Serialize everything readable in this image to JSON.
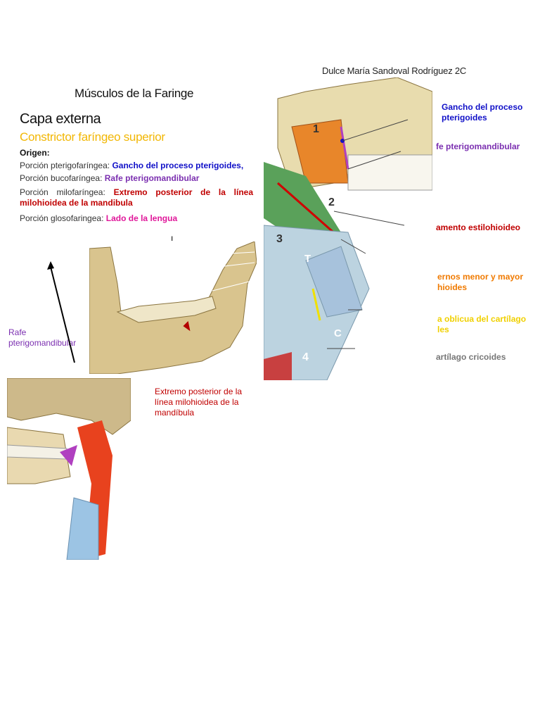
{
  "author": "Dulce María Sandoval Rodríguez 2C",
  "title": "Músculos de la Faringe",
  "section": "Capa externa",
  "muscle": "Constrictor faríngeo superior",
  "origin_label": "Origen:",
  "portions": [
    {
      "name": "Porción pterigofaríngea:",
      "target": "Gancho del proceso pterigoides",
      "suffix": ","
    },
    {
      "name": "Porción bucofaríngea:",
      "target": "Rafe pterigomandibular",
      "suffix": ""
    },
    {
      "name": "Porción milofaríngea:",
      "target": "Extremo posterior de la línea milohioidea de la mandibula",
      "suffix": ""
    },
    {
      "name": "Porción glosofaringea:",
      "target": "Lado de la lengua",
      "suffix": ""
    }
  ],
  "side_labels": {
    "rafe_left_1": "Rafe",
    "rafe_left_2": "pterigomandibular",
    "extremo_1": "Extremo posterior de la",
    "extremo_2": "línea milohioidea de la",
    "extremo_3": "mandíbula",
    "gancho_1": "Gancho del proceso",
    "gancho_2": "pterigoides",
    "rafe_right": "fe pterigomandibular",
    "ligamento": "amento estilohioideo",
    "cuernos_1": "ernos menor y mayor",
    "cuernos_2": "hioides",
    "linea_1": "a oblicua del cartílago",
    "linea_2": "les",
    "cricoides": "artílago cricoides"
  },
  "figure_numbers": {
    "n1": "1",
    "n2": "2",
    "n3": "3",
    "n4": "4",
    "t": "T",
    "c": "C"
  },
  "colors": {
    "blue": "#1010c8",
    "purple": "#7b2fb0",
    "red": "#c00000",
    "pink": "#e0179a",
    "orange": "#f07a00",
    "yellow": "#f0d000",
    "muscle_orange": "#e8862a",
    "bone": "#d9c48e"
  }
}
